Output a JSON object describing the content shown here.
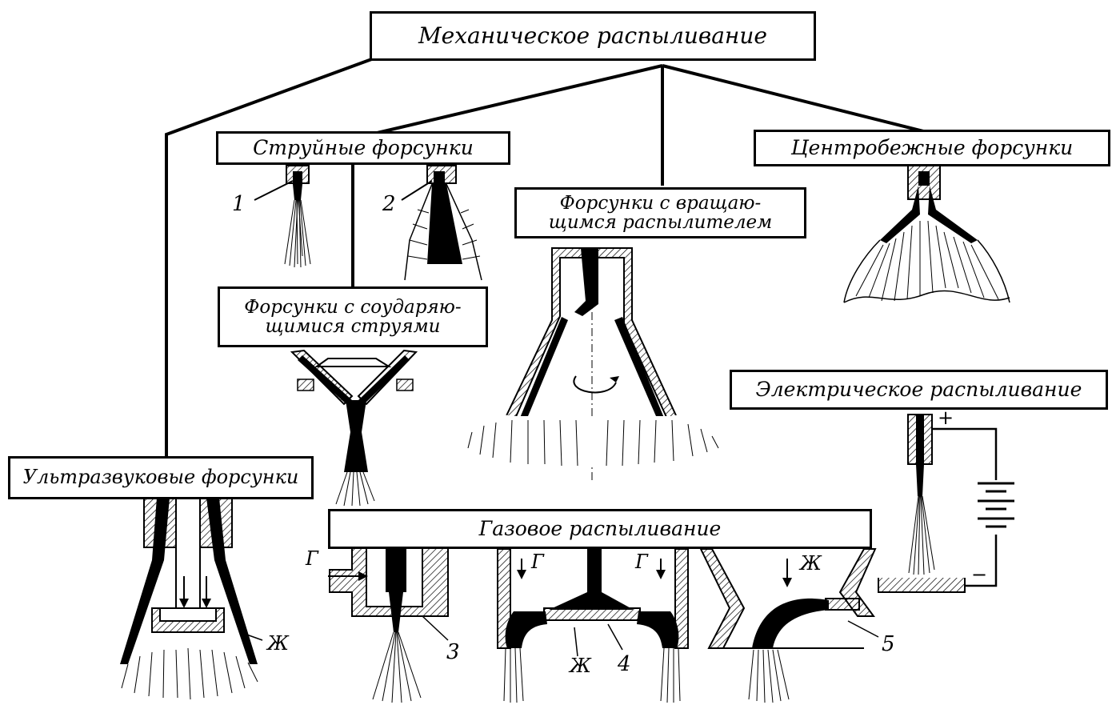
{
  "boxes": {
    "mechanical": "Механическое распыливание",
    "jet": "Струйные форсунки",
    "rotary": "Форсунки с вращающимся распылителем",
    "centrifugal": "Центробежные форсунки",
    "impinging": "Форсунки с соударяющимися струями",
    "electric": "Электрическое распыливание",
    "ultrasonic": "Ультразвуковые форсунки",
    "gas": "Газовое распыливание"
  },
  "box_lines": {
    "rotary": [
      "Форсунки с вращаю-",
      "щимся распылителем"
    ],
    "impinging": [
      "Форсунки с соударяю-",
      "щимися струями"
    ]
  },
  "numbers": [
    "1",
    "2",
    "3",
    "4",
    "5"
  ],
  "labels": {
    "liquid": "Ж",
    "gas": "Г",
    "plus": "+",
    "minus": "−"
  }
}
